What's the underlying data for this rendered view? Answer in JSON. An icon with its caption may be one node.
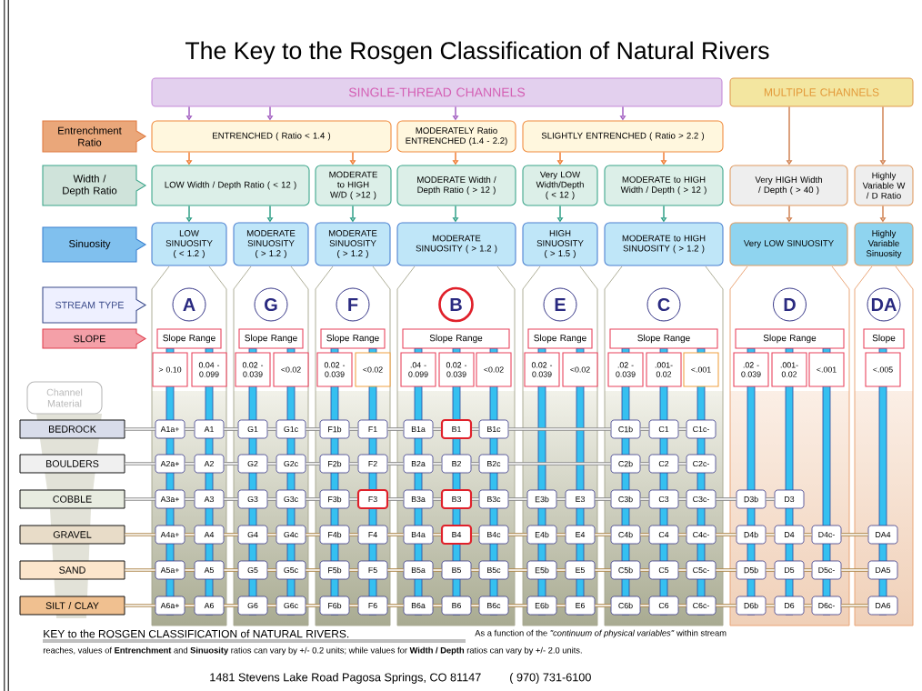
{
  "diagram": {
    "title": "The Key to the Rosgen Classification of Natural Rivers",
    "nodes": [
      {
        "text": [
          "SINGLE-THREAD CHANNELS"
        ]
      },
      {
        "text": [
          "MULTIPLE CHANNELS"
        ]
      },
      {
        "text": [
          "Entrenchment Ratio"
        ]
      },
      {
        "text": [
          "ENTRENCHED ( Ratio < 1.4 )"
        ]
      },
      {
        "text": [
          "MODERATELY Ratio ENTRENCHED (1.4 - 2.2)"
        ]
      },
      {
        "text": [
          "SLIGHTLY ENTRENCHED ( Ratio > 2.2 )"
        ]
      },
      {
        "text": [
          "Width / Depth Ratio"
        ]
      },
      {
        "text": [
          "LOW Width / Depth Ratio ( < 12 )"
        ]
      },
      {
        "text": [
          "MODERATE to HIGH W/D ( >12 )"
        ]
      },
      {
        "text": [
          "MODERATE Width / Depth Ratio ( > 12 )"
        ]
      },
      {
        "text": [
          "Very LOW Width/Depth ( < 12 )"
        ]
      },
      {
        "text": [
          "MODERATE to HIGH Width / Depth ( > 12 )"
        ]
      },
      {
        "text": [
          "Very HIGH Width / Depth ( > 40 )"
        ]
      },
      {
        "text": [
          "Highly Variable W / D Ratio"
        ]
      },
      {
        "text": [
          "Sinuosity"
        ]
      },
      {
        "text": [
          "LOW SINUOSITY ( < 1.2 )"
        ]
      },
      {
        "text": [
          "MODERATE SINUOSITY ( > 1.2 )"
        ]
      },
      {
        "text": [
          "MODERATE SINUOSITY ( > 1.2 )"
        ]
      },
      {
        "text": [
          "MODERATE SINUOSITY ( > 1.2 )"
        ]
      },
      {
        "text": [
          "HIGH SINUOSITY ( > 1.5 )"
        ]
      },
      {
        "text": [
          "MODERATE to HIGH SINUOSITY ( > 1.2 )"
        ]
      },
      {
        "text": [
          "Very LOW SINUOSITY"
        ]
      },
      {
        "text": [
          "Highly Variable Sinuosity"
        ]
      },
      {
        "text": [
          "STREAM TYPE"
        ]
      },
      {
        "text": [
          "A"
        ]
      },
      {
        "text": [
          "G"
        ]
      },
      {
        "text": [
          "F"
        ]
      },
      {
        "text": [
          "B"
        ]
      },
      {
        "text": [
          "E"
        ]
      },
      {
        "text": [
          "C"
        ]
      },
      {
        "text": [
          "D"
        ]
      },
      {
        "text": [
          "DA"
        ]
      },
      {
        "text": [
          "SLOPE"
        ]
      },
      {
        "text": [
          "Slope Range"
        ]
      },
      {
        "text": [
          "Slope Range"
        ]
      },
      {
        "text": [
          "Slope Range"
        ]
      },
      {
        "text": [
          "Slope Range"
        ]
      },
      {
        "text": [
          "Slope Range"
        ]
      },
      {
        "text": [
          "Slope Range"
        ]
      },
      {
        "text": [
          "Slope Range"
        ]
      },
      {
        "text": [
          "Slope"
        ]
      },
      {
        "text": [
          "> 0.10"
        ]
      },
      {
        "text": [
          "0.04 - 0.099"
        ]
      },
      {
        "text": [
          "0.02 - 0.039"
        ]
      },
      {
        "text": [
          "<0.02"
        ]
      },
      {
        "text": [
          "0.02 - 0.039"
        ]
      },
      {
        "text": [
          "<0.02"
        ]
      },
      {
        "text": [
          ".04 - 0.099"
        ]
      },
      {
        "text": [
          "0.02 - 0.039"
        ]
      },
      {
        "text": [
          "<0.02"
        ]
      },
      {
        "text": [
          "0.02 - 0.039"
        ]
      },
      {
        "text": [
          "<0.02"
        ]
      },
      {
        "text": [
          ".02 - 0.039"
        ]
      },
      {
        "text": [
          ".001- 0.02"
        ]
      },
      {
        "text": [
          "<.001"
        ]
      },
      {
        "text": [
          ".02 - 0.039"
        ]
      },
      {
        "text": [
          ".001- 0.02"
        ]
      },
      {
        "text": [
          "<.001"
        ]
      },
      {
        "text": [
          "<.005"
        ]
      },
      {
        "text": [
          "Channel Material"
        ]
      },
      {
        "text": [
          "BEDROCK"
        ]
      },
      {
        "text": [
          "A1a+"
        ]
      },
      {
        "text": [
          "A1"
        ]
      },
      {
        "text": [
          "G1"
        ]
      },
      {
        "text": [
          "G1c"
        ]
      },
      {
        "text": [
          "F1b"
        ]
      },
      {
        "text": [
          "F1"
        ]
      },
      {
        "text": [
          "B1a"
        ]
      },
      {
        "text": [
          "B1"
        ]
      },
      {
        "text": [
          "B1c"
        ]
      },
      {
        "text": [
          "C1b"
        ]
      },
      {
        "text": [
          "C1"
        ]
      },
      {
        "text": [
          "C1c-"
        ]
      },
      {
        "text": [
          "BOULDERS"
        ]
      },
      {
        "text": [
          "A2a+"
        ]
      },
      {
        "text": [
          "A2"
        ]
      },
      {
        "text": [
          "G2"
        ]
      },
      {
        "text": [
          "G2c"
        ]
      },
      {
        "text": [
          "F2b"
        ]
      },
      {
        "text": [
          "F2"
        ]
      },
      {
        "text": [
          "B2a"
        ]
      },
      {
        "text": [
          "B2"
        ]
      },
      {
        "text": [
          "B2c"
        ]
      },
      {
        "text": [
          "C2b"
        ]
      },
      {
        "text": [
          "C2"
        ]
      },
      {
        "text": [
          "C2c-"
        ]
      },
      {
        "text": [
          "COBBLE"
        ]
      },
      {
        "text": [
          "A3a+"
        ]
      },
      {
        "text": [
          "A3"
        ]
      },
      {
        "text": [
          "G3"
        ]
      },
      {
        "text": [
          "G3c"
        ]
      },
      {
        "text": [
          "F3b"
        ]
      },
      {
        "text": [
          "F3"
        ]
      },
      {
        "text": [
          "B3a"
        ]
      },
      {
        "text": [
          "B3"
        ]
      },
      {
        "text": [
          "B3c"
        ]
      },
      {
        "text": [
          "E3b"
        ]
      },
      {
        "text": [
          "E3"
        ]
      },
      {
        "text": [
          "C3b"
        ]
      },
      {
        "text": [
          "C3"
        ]
      },
      {
        "text": [
          "C3c-"
        ]
      },
      {
        "text": [
          "D3b"
        ]
      },
      {
        "text": [
          "D3"
        ]
      },
      {
        "text": [
          "GRAVEL"
        ]
      },
      {
        "text": [
          "A4a+"
        ]
      },
      {
        "text": [
          "A4"
        ]
      },
      {
        "text": [
          "G4"
        ]
      },
      {
        "text": [
          "G4c"
        ]
      },
      {
        "text": [
          "F4b"
        ]
      },
      {
        "text": [
          "F4"
        ]
      },
      {
        "text": [
          "B4a"
        ]
      },
      {
        "text": [
          "B4"
        ]
      },
      {
        "text": [
          "B4c"
        ]
      },
      {
        "text": [
          "E4b"
        ]
      },
      {
        "text": [
          "E4"
        ]
      },
      {
        "text": [
          "C4b"
        ]
      },
      {
        "text": [
          "C4"
        ]
      },
      {
        "text": [
          "C4c-"
        ]
      },
      {
        "text": [
          "D4b"
        ]
      },
      {
        "text": [
          "D4"
        ]
      },
      {
        "text": [
          "D4c-"
        ]
      },
      {
        "text": [
          "DA4"
        ]
      },
      {
        "text": [
          "SAND"
        ]
      },
      {
        "text": [
          "A5a+"
        ]
      },
      {
        "text": [
          "A5"
        ]
      },
      {
        "text": [
          "G5"
        ]
      },
      {
        "text": [
          "G5c"
        ]
      },
      {
        "text": [
          "F5b"
        ]
      },
      {
        "text": [
          "F5"
        ]
      },
      {
        "text": [
          "B5a"
        ]
      },
      {
        "text": [
          "B5"
        ]
      },
      {
        "text": [
          "B5c"
        ]
      },
      {
        "text": [
          "E5b"
        ]
      },
      {
        "text": [
          "E5"
        ]
      },
      {
        "text": [
          "C5b"
        ]
      },
      {
        "text": [
          "C5"
        ]
      },
      {
        "text": [
          "C5c-"
        ]
      },
      {
        "text": [
          "D5b"
        ]
      },
      {
        "text": [
          "D5"
        ]
      },
      {
        "text": [
          "D5c-"
        ]
      },
      {
        "text": [
          "DA5"
        ]
      },
      {
        "text": [
          "SILT / CLAY"
        ]
      },
      {
        "text": [
          "A6a+"
        ]
      },
      {
        "text": [
          "A6"
        ]
      },
      {
        "text": [
          "G6"
        ]
      },
      {
        "text": [
          "G6c"
        ]
      },
      {
        "text": [
          "F6b"
        ]
      },
      {
        "text": [
          "F6"
        ]
      },
      {
        "text": [
          "B6a"
        ]
      },
      {
        "text": [
          "B6"
        ]
      },
      {
        "text": [
          "B6c"
        ]
      },
      {
        "text": [
          "E6b"
        ]
      },
      {
        "text": [
          "E6"
        ]
      },
      {
        "text": [
          "C6b"
        ]
      },
      {
        "text": [
          "C6"
        ]
      },
      {
        "text": [
          "C6c-"
        ]
      },
      {
        "text": [
          "D6b"
        ]
      },
      {
        "text": [
          "D6"
        ]
      },
      {
        "text": [
          "D6c-"
        ]
      },
      {
        "text": [
          "DA6"
        ]
      }
    ],
    "edges": [
      {
        "from": 0,
        "to": 3,
        "arrow": "to",
        "color": "#a05cc0"
      },
      {
        "from": 0,
        "to": 3,
        "arrow": "to",
        "color": "#a05cc0"
      },
      {
        "from": 0,
        "to": 4,
        "arrow": "to",
        "color": "#a05cc0"
      },
      {
        "from": 0,
        "to": 5,
        "arrow": "to",
        "color": "#a05cc0"
      },
      {
        "from": 3,
        "to": 7,
        "arrow": "to",
        "color": "#f07a30"
      },
      {
        "from": 3,
        "to": 8,
        "arrow": "to",
        "color": "#f07a30"
      },
      {
        "from": 4,
        "to": 9,
        "arrow": "to",
        "color": "#f07a30"
      },
      {
        "from": 5,
        "to": 10,
        "arrow": "to",
        "color": "#f07a30"
      },
      {
        "from": 5,
        "to": 11,
        "arrow": "to",
        "color": "#f07a30"
      },
      {
        "from": 1,
        "to": 12,
        "arrow": "to",
        "color": "#d08050"
      },
      {
        "from": 1,
        "to": 13,
        "arrow": "to",
        "color": "#d08050"
      },
      {
        "from": 7,
        "to": 15,
        "arrow": "to",
        "color": "#2e9e86"
      },
      {
        "from": 7,
        "to": 16,
        "arrow": "to",
        "color": "#2e9e86"
      },
      {
        "from": 8,
        "to": 17,
        "arrow": "to",
        "color": "#2e9e86"
      },
      {
        "from": 9,
        "to": 18,
        "arrow": "to",
        "color": "#2e9e86"
      },
      {
        "from": 10,
        "to": 19,
        "arrow": "to",
        "color": "#2e9e86"
      },
      {
        "from": 11,
        "to": 20,
        "arrow": "to",
        "color": "#2e9e86"
      },
      {
        "from": 12,
        "to": 21,
        "arrow": "to",
        "color": "#d08050"
      },
      {
        "from": 13,
        "to": 22,
        "arrow": "to",
        "color": "#d08050"
      },
      {
        "from": 60,
        "to": 61,
        "arrow": "none",
        "color": "#8c8c8c"
      },
      {
        "from": 61,
        "to": 62,
        "arrow": "none",
        "color": "#8c8c8c"
      },
      {
        "from": 62,
        "to": 63,
        "arrow": "none",
        "color": "#8c8c8c"
      },
      {
        "from": 63,
        "to": 64,
        "arrow": "none",
        "color": "#8c8c8c"
      },
      {
        "from": 64,
        "to": 65,
        "arrow": "none",
        "color": "#8c8c8c"
      },
      {
        "from": 65,
        "to": 66,
        "arrow": "none",
        "color": "#8c8c8c"
      },
      {
        "from": 66,
        "to": 67,
        "arrow": "none",
        "color": "#8c8c8c"
      },
      {
        "from": 67,
        "to": 68,
        "arrow": "none",
        "color": "#8c8c8c"
      },
      {
        "from": 68,
        "to": 69,
        "arrow": "none",
        "color": "#8c8c8c"
      },
      {
        "from": 69,
        "to": 70,
        "arrow": "none",
        "color": "#8c8c8c"
      },
      {
        "from": 70,
        "to": 71,
        "arrow": "none",
        "color": "#8c8c8c"
      },
      {
        "from": 71,
        "to": 72,
        "arrow": "none",
        "color": "#8c8c8c"
      },
      {
        "from": 73,
        "to": 74,
        "arrow": "none",
        "color": "#8c8c8c"
      },
      {
        "from": 74,
        "to": 75,
        "arrow": "none",
        "color": "#8c8c8c"
      },
      {
        "from": 75,
        "to": 76,
        "arrow": "none",
        "color": "#8c8c8c"
      },
      {
        "from": 76,
        "to": 77,
        "arrow": "none",
        "color": "#8c8c8c"
      },
      {
        "from": 77,
        "to": 78,
        "arrow": "none",
        "color": "#8c8c8c"
      },
      {
        "from": 78,
        "to": 79,
        "arrow": "none",
        "color": "#8c8c8c"
      },
      {
        "from": 79,
        "to": 80,
        "arrow": "none",
        "color": "#8c8c8c"
      },
      {
        "from": 80,
        "to": 81,
        "arrow": "none",
        "color": "#8c8c8c"
      },
      {
        "from": 81,
        "to": 82,
        "arrow": "none",
        "color": "#8c8c8c"
      },
      {
        "from": 82,
        "to": 83,
        "arrow": "none",
        "color": "#8c8c8c"
      },
      {
        "from": 83,
        "to": 84,
        "arrow": "none",
        "color": "#8c8c8c"
      },
      {
        "from": 84,
        "to": 85,
        "arrow": "none",
        "color": "#8c8c8c"
      },
      {
        "from": 86,
        "to": 87,
        "arrow": "none",
        "color": "#8c8c8c"
      },
      {
        "from": 87,
        "to": 88,
        "arrow": "none",
        "color": "#8c8c8c"
      },
      {
        "from": 88,
        "to": 89,
        "arrow": "none",
        "color": "#8c8c8c"
      },
      {
        "from": 89,
        "to": 90,
        "arrow": "none",
        "color": "#8c8c8c"
      },
      {
        "from": 90,
        "to": 91,
        "arrow": "none",
        "color": "#8c8c8c"
      },
      {
        "from": 91,
        "to": 92,
        "arrow": "none",
        "color": "#8c8c8c"
      },
      {
        "from": 92,
        "to": 93,
        "arrow": "none",
        "color": "#8c8c8c"
      },
      {
        "from": 93,
        "to": 94,
        "arrow": "none",
        "color": "#8c8c8c"
      },
      {
        "from": 94,
        "to": 95,
        "arrow": "none",
        "color": "#8c8c8c"
      },
      {
        "from": 95,
        "to": 96,
        "arrow": "none",
        "color": "#8c8c8c"
      },
      {
        "from": 96,
        "to": 97,
        "arrow": "none",
        "color": "#8c8c8c"
      },
      {
        "from": 97,
        "to": 98,
        "arrow": "none",
        "color": "#8c8c8c"
      },
      {
        "from": 98,
        "to": 99,
        "arrow": "none",
        "color": "#8c8c8c"
      },
      {
        "from": 99,
        "to": 100,
        "arrow": "none",
        "color": "#8c8c8c"
      },
      {
        "from": 100,
        "to": 101,
        "arrow": "none",
        "color": "#8c8c8c"
      },
      {
        "from": 101,
        "to": 102,
        "arrow": "none",
        "color": "#8c8c8c"
      },
      {
        "from": 103,
        "to": 104,
        "arrow": "none",
        "color": "#b08a50"
      },
      {
        "from": 104,
        "to": 105,
        "arrow": "none",
        "color": "#b08a50"
      },
      {
        "from": 105,
        "to": 106,
        "arrow": "none",
        "color": "#b08a50"
      },
      {
        "from": 106,
        "to": 107,
        "arrow": "none",
        "color": "#b08a50"
      },
      {
        "from": 107,
        "to": 108,
        "arrow": "none",
        "color": "#b08a50"
      },
      {
        "from": 108,
        "to": 109,
        "arrow": "none",
        "color": "#b08a50"
      },
      {
        "from": 109,
        "to": 110,
        "arrow": "none",
        "color": "#b08a50"
      },
      {
        "from": 110,
        "to": 111,
        "arrow": "none",
        "color": "#b08a50"
      },
      {
        "from": 111,
        "to": 112,
        "arrow": "none",
        "color": "#b08a50"
      },
      {
        "from": 112,
        "to": 113,
        "arrow": "none",
        "color": "#b08a50"
      },
      {
        "from": 113,
        "to": 114,
        "arrow": "none",
        "color": "#b08a50"
      },
      {
        "from": 114,
        "to": 115,
        "arrow": "none",
        "color": "#b08a50"
      },
      {
        "from": 115,
        "to": 116,
        "arrow": "none",
        "color": "#b08a50"
      },
      {
        "from": 116,
        "to": 117,
        "arrow": "none",
        "color": "#b08a50"
      },
      {
        "from": 117,
        "to": 118,
        "arrow": "none",
        "color": "#b08a50"
      },
      {
        "from": 118,
        "to": 119,
        "arrow": "none",
        "color": "#b08a50"
      },
      {
        "from": 119,
        "to": 120,
        "arrow": "none",
        "color": "#b08a50"
      },
      {
        "from": 120,
        "to": 121,
        "arrow": "none",
        "color": "#b08a50"
      },
      {
        "from": 122,
        "to": 123,
        "arrow": "none",
        "color": "#b08a50"
      },
      {
        "from": 123,
        "to": 124,
        "arrow": "none",
        "color": "#b08a50"
      },
      {
        "from": 124,
        "to": 125,
        "arrow": "none",
        "color": "#b08a50"
      },
      {
        "from": 125,
        "to": 126,
        "arrow": "none",
        "color": "#b08a50"
      },
      {
        "from": 126,
        "to": 127,
        "arrow": "none",
        "color": "#b08a50"
      },
      {
        "from": 127,
        "to": 128,
        "arrow": "none",
        "color": "#b08a50"
      },
      {
        "from": 128,
        "to": 129,
        "arrow": "none",
        "color": "#b08a50"
      },
      {
        "from": 129,
        "to": 130,
        "arrow": "none",
        "color": "#b08a50"
      },
      {
        "from": 130,
        "to": 131,
        "arrow": "none",
        "color": "#b08a50"
      },
      {
        "from": 131,
        "to": 132,
        "arrow": "none",
        "color": "#b08a50"
      },
      {
        "from": 132,
        "to": 133,
        "arrow": "none",
        "color": "#b08a50"
      },
      {
        "from": 133,
        "to": 134,
        "arrow": "none",
        "color": "#b08a50"
      },
      {
        "from": 134,
        "to": 135,
        "arrow": "none",
        "color": "#b08a50"
      },
      {
        "from": 135,
        "to": 136,
        "arrow": "none",
        "color": "#b08a50"
      },
      {
        "from": 136,
        "to": 137,
        "arrow": "none",
        "color": "#b08a50"
      },
      {
        "from": 137,
        "to": 138,
        "arrow": "none",
        "color": "#b08a50"
      },
      {
        "from": 138,
        "to": 139,
        "arrow": "none",
        "color": "#b08a50"
      },
      {
        "from": 139,
        "to": 140,
        "arrow": "none",
        "color": "#b08a50"
      },
      {
        "from": 141,
        "to": 142,
        "arrow": "none",
        "color": "#b08a50"
      },
      {
        "from": 142,
        "to": 143,
        "arrow": "none",
        "color": "#b08a50"
      },
      {
        "from": 143,
        "to": 144,
        "arrow": "none",
        "color": "#b08a50"
      },
      {
        "from": 144,
        "to": 145,
        "arrow": "none",
        "color": "#b08a50"
      },
      {
        "from": 145,
        "to": 146,
        "arrow": "none",
        "color": "#b08a50"
      },
      {
        "from": 146,
        "to": 147,
        "arrow": "none",
        "color": "#b08a50"
      },
      {
        "from": 147,
        "to": 148,
        "arrow": "none",
        "color": "#b08a50"
      },
      {
        "from": 148,
        "to": 149,
        "arrow": "none",
        "color": "#b08a50"
      },
      {
        "from": 149,
        "to": 150,
        "arrow": "none",
        "color": "#b08a50"
      },
      {
        "from": 150,
        "to": 151,
        "arrow": "none",
        "color": "#b08a50"
      },
      {
        "from": 151,
        "to": 152,
        "arrow": "none",
        "color": "#b08a50"
      },
      {
        "from": 152,
        "to": 153,
        "arrow": "none",
        "color": "#b08a50"
      },
      {
        "from": 153,
        "to": 154,
        "arrow": "none",
        "color": "#b08a50"
      },
      {
        "from": 154,
        "to": 155,
        "arrow": "none",
        "color": "#b08a50"
      },
      {
        "from": 155,
        "to": 156,
        "arrow": "none",
        "color": "#b08a50"
      },
      {
        "from": 156,
        "to": 157,
        "arrow": "none",
        "color": "#b08a50"
      },
      {
        "from": 157,
        "to": 158,
        "arrow": "none",
        "color": "#b08a50"
      },
      {
        "from": 158,
        "to": 159,
        "arrow": "none",
        "color": "#b08a50"
      }
    ],
    "labels": [
      "KEY to the ROSGEN CLASSIFICATION of NATURAL RIVERS.",
      "As a function of the *\"continuum of physical variables\"* within stream",
      "reaches, values of **Entrenchment** and **Sinuosity** ratios can vary by +/- 0.2 units; while values for **Width / Depth** ratios can vary by +/- 2.0 units.",
      "1481 Stevens Lake Road Pagosa Springs, CO 81147",
      "( 970) 731-6100"
    ]
  }
}
